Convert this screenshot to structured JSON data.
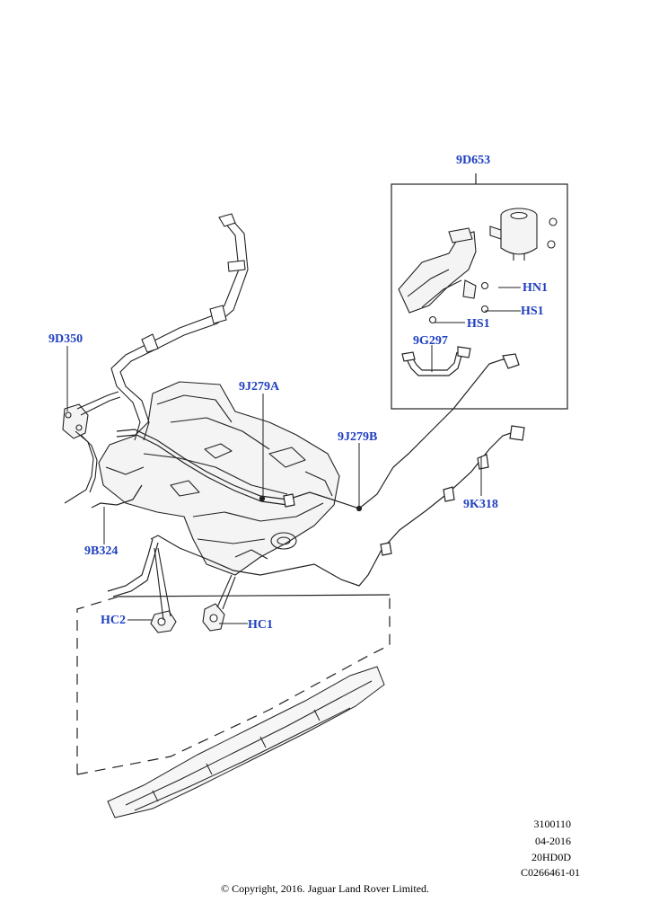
{
  "callouts": {
    "9D653": "9D653",
    "9D350": "9D350",
    "9J279A": "9J279A",
    "9J279B": "9J279B",
    "HN1": "HN1",
    "HS1_box": "HS1",
    "HS1": "HS1",
    "9G297": "9G297",
    "9K318": "9K318",
    "9B324": "9B324",
    "HC2": "HC2",
    "HC1": "HC1"
  },
  "meta": {
    "line1": "3100110",
    "line2": "04-2016",
    "line3": "20HD0D",
    "line4": "C0266461-01"
  },
  "copyright": "© Copyright, 2016. Jaguar Land Rover Limited.",
  "colors": {
    "callout": "#1f3fbf",
    "line": "#111111"
  }
}
